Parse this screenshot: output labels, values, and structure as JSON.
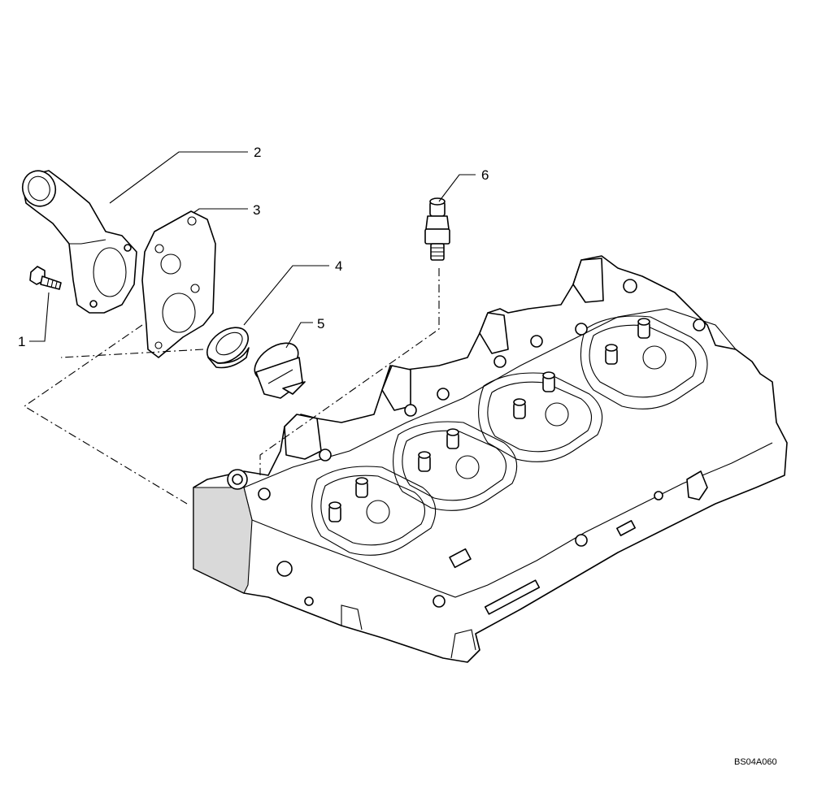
{
  "diagram": {
    "callouts": [
      {
        "id": "1",
        "label": "1"
      },
      {
        "id": "2",
        "label": "2"
      },
      {
        "id": "3",
        "label": "3"
      },
      {
        "id": "4",
        "label": "4"
      },
      {
        "id": "5",
        "label": "5"
      },
      {
        "id": "6",
        "label": "6"
      }
    ],
    "reference_code": "BS04A060"
  }
}
